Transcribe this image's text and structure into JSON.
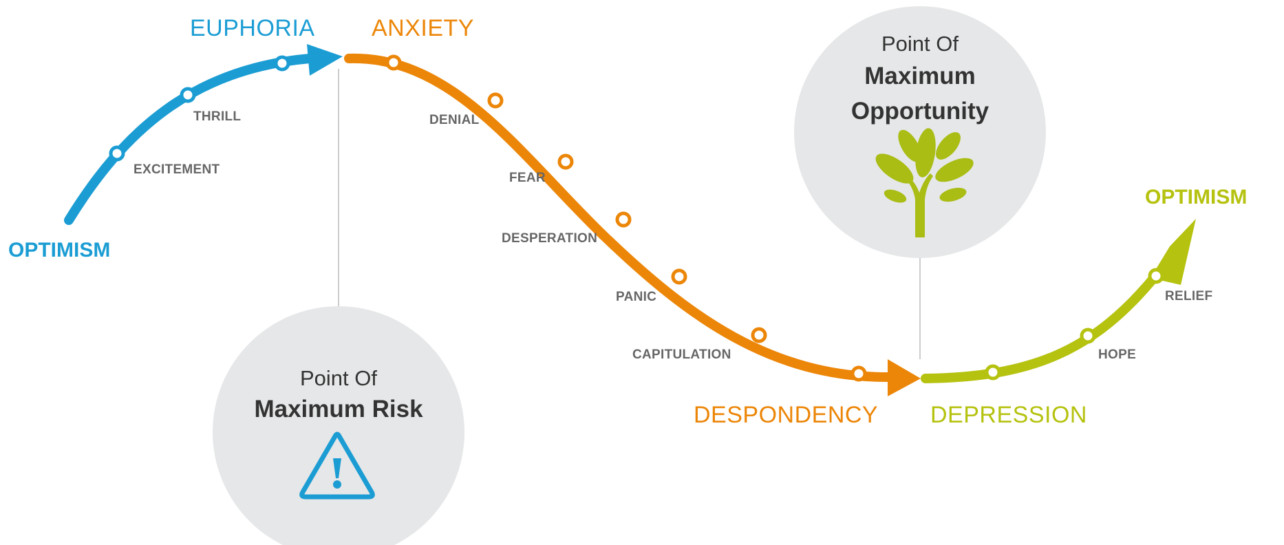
{
  "colors": {
    "euphoria_blue": "#1b9dd4",
    "anxiety_orange": "#ec8608",
    "recovery_green": "#b5c20f",
    "circle_fill": "#e6e7e8",
    "stage_text": "#666666",
    "heading_text": "#333333",
    "tree_green": "#a9bd14"
  },
  "phases": {
    "start": "OPTIMISM",
    "euphoria": "EUPHORIA",
    "anxiety": "ANXIETY",
    "despondency": "DESPONDENCY",
    "depression": "DEPRESSION",
    "end": "OPTIMISM"
  },
  "stages": {
    "rising": [
      "EXCITEMENT",
      "THRILL"
    ],
    "falling": [
      "DENIAL",
      "FEAR",
      "DESPERATION",
      "PANIC",
      "CAPITULATION"
    ],
    "recovering": [
      "HOPE",
      "RELIEF"
    ]
  },
  "risk_point": {
    "line1": "Point Of",
    "line2": "Maximum Risk",
    "icon": "warning-triangle-icon"
  },
  "opportunity_point": {
    "line1": "Point Of",
    "line2": "Maximum",
    "line3": "Opportunity",
    "icon": "tree-icon"
  }
}
